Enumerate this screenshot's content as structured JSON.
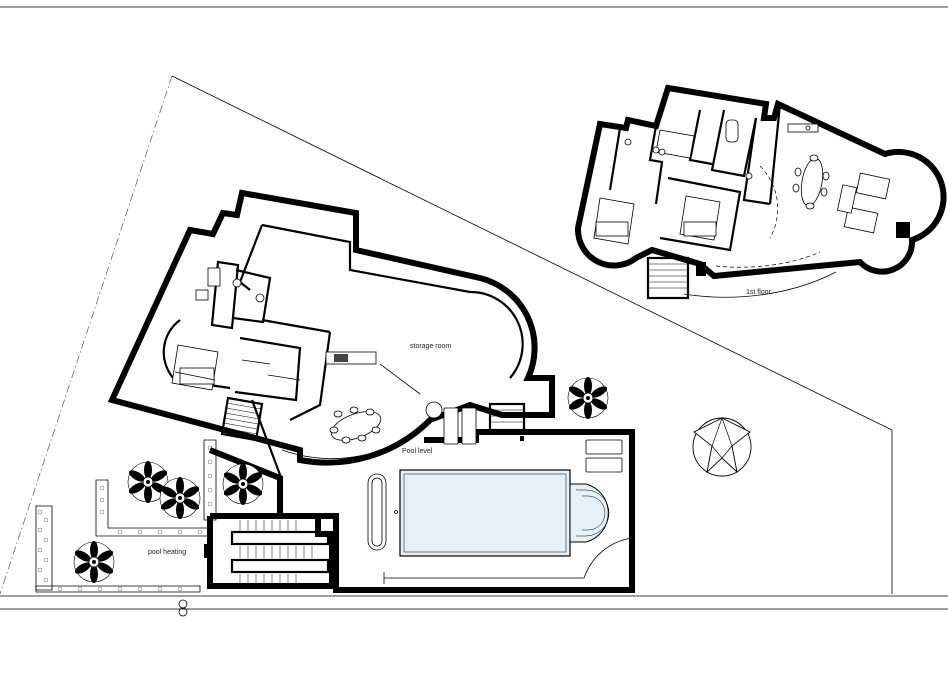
{
  "labels": {
    "storage_room": "storage room",
    "pool_level": "Pool level",
    "first_floor": "1st floor",
    "pool_heating": "pool heating"
  },
  "colors": {
    "pool_water": "#e6f1f7",
    "walls": "#000000",
    "background": "#ffffff"
  },
  "icons": {
    "north_arrow": "north-arrow-icon",
    "trees": "palm-tree-icon"
  }
}
